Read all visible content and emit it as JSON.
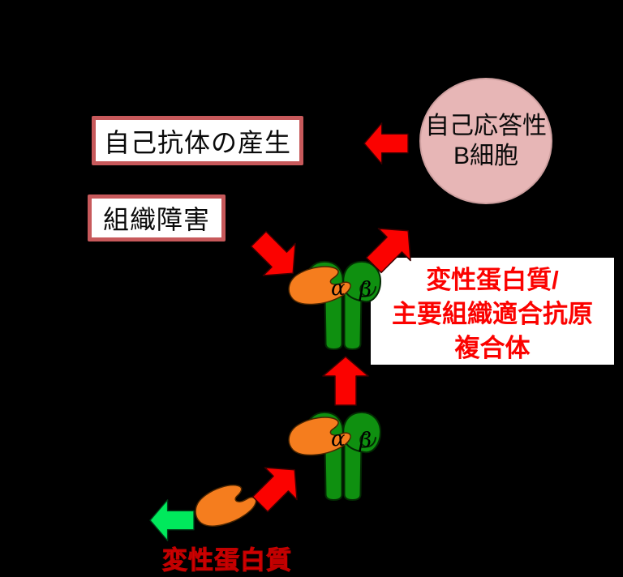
{
  "boxes": {
    "autoantibody_production": {
      "label": "自己抗体の産生"
    },
    "tissue_damage": {
      "label": "組織障害"
    }
  },
  "b_cell": {
    "line1": "自己応答性",
    "line2": "B細胞"
  },
  "complex_caption": {
    "line1": "変性蛋白質/",
    "line2": "主要組織適合抗原",
    "line3": "複合体"
  },
  "denatured_protein_caption": "変性蛋白質",
  "mhc_labels": {
    "alpha": "α",
    "beta": "β"
  },
  "arrows": [
    {
      "name": "arrow-bcell-to-autoantibody",
      "direction": "left",
      "color": "#fb0200"
    },
    {
      "name": "arrow-into-complex",
      "direction": "down-right",
      "color": "#fb0200"
    },
    {
      "name": "arrow-complex-to-bcell",
      "direction": "up-right",
      "color": "#fb0200"
    },
    {
      "name": "arrow-complex-up",
      "direction": "up",
      "color": "#fb0200"
    },
    {
      "name": "arrow-protein-to-mhc",
      "direction": "up-right",
      "color": "#fb0200"
    },
    {
      "name": "arrow-protein-export",
      "direction": "left",
      "color": "#00e95c"
    }
  ],
  "colors": {
    "background": "#000000",
    "arrow_red": "#fb0200",
    "arrow_green": "#00e95c",
    "mhc_green": "#0f9010",
    "protein_orange": "#f57d1e",
    "b_cell_fill": "#e7b6b6",
    "box_border": "#c7595b",
    "box_fill": "#ffffff",
    "caption_red": "#fb0200",
    "text_black": "#000000"
  }
}
